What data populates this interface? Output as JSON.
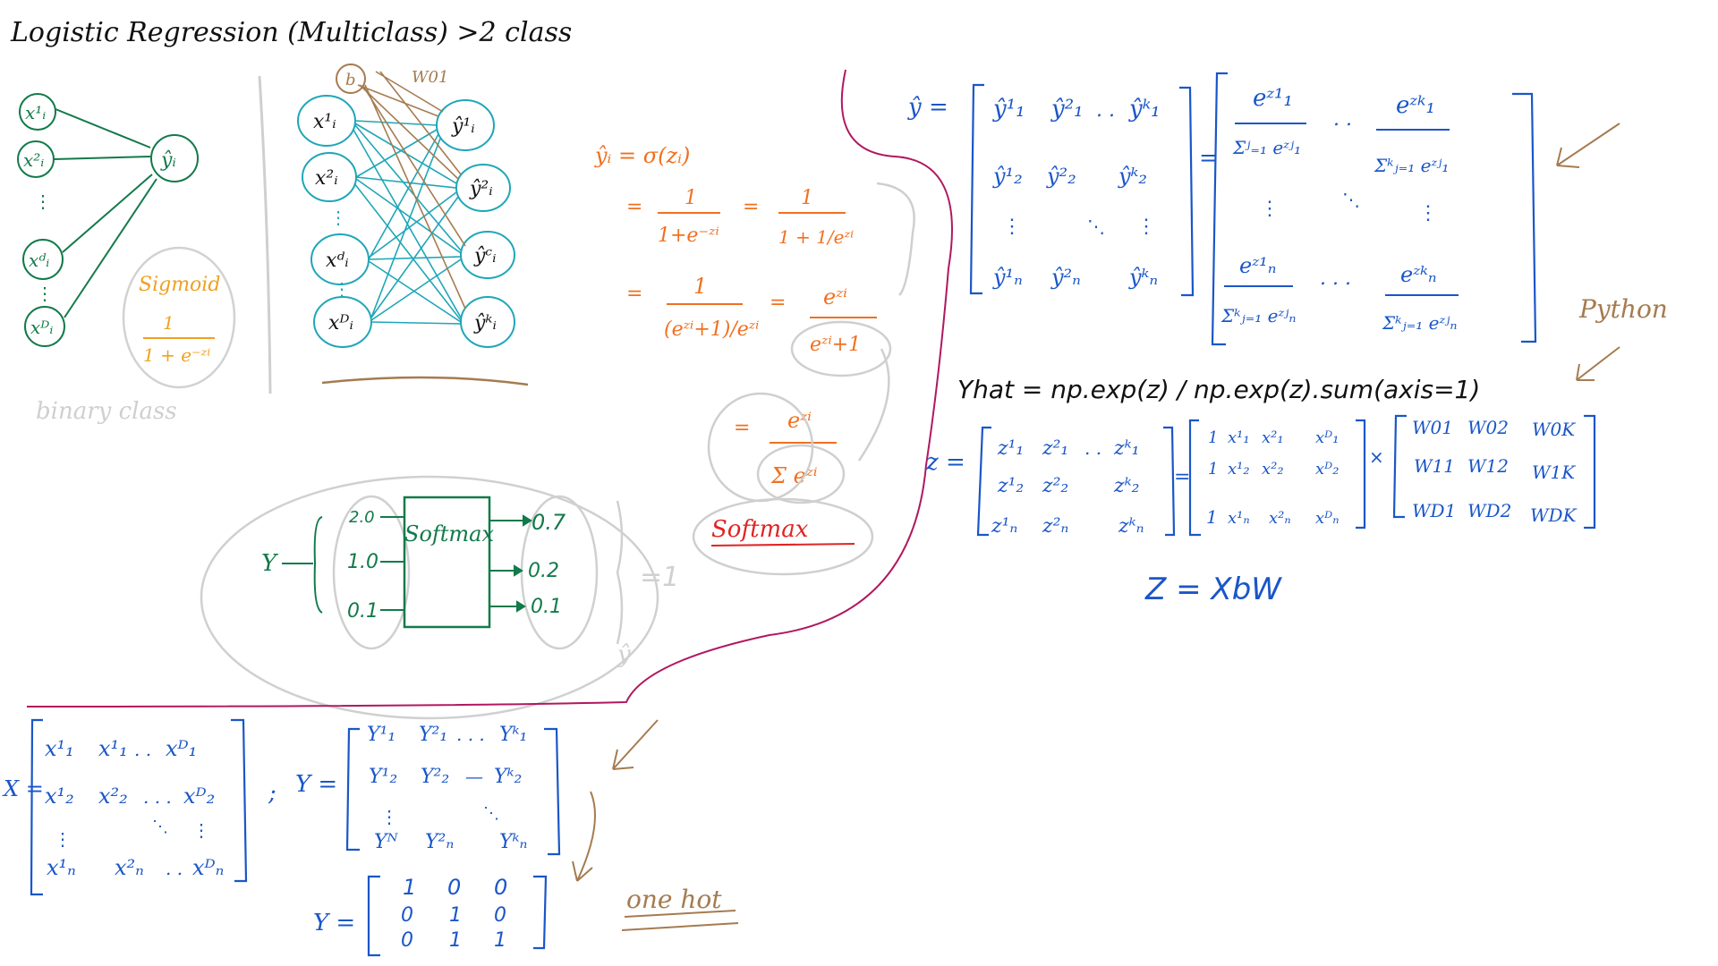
{
  "colors": {
    "black": "#111111",
    "gray": "#c9c9c9",
    "teal": "#1fa6b8",
    "green": "#127a4a",
    "brown": "#a57b50",
    "orange": "#f07020",
    "amber": "#f0a020",
    "blue": "#1a56c8",
    "red": "#e02424",
    "magenta": "#b01860"
  },
  "title": "Logistic Regression (Multiclass) >2 class",
  "binary": {
    "inputs": [
      "x¹ᵢ",
      "x²ᵢ",
      "xᵈᵢ",
      "xᴰᵢ"
    ],
    "output": "ŷᵢ",
    "sigmoid_label": "Sigmoid",
    "sigmoid_num": "1",
    "sigmoid_den": "1 + e⁻ᶻⁱ",
    "caption": "binary class"
  },
  "multi": {
    "bias": "b",
    "weight": "W01",
    "inputs": [
      "x¹ᵢ",
      "x²ᵢ",
      "xᵈᵢ",
      "xᴰᵢ"
    ],
    "outputs": [
      "ŷ¹ᵢ",
      "ŷ²ᵢ",
      "ŷᶜᵢ",
      "ŷᵏᵢ"
    ]
  },
  "derivation": {
    "l1": "ŷᵢ = σ(zᵢ)",
    "l2_num": "1",
    "l2_den": "1+e⁻ᶻⁱ",
    "l2b_num": "1",
    "l2b_den": "1 + 1/eᶻⁱ",
    "l3_num": "1",
    "l3_den": "(eᶻⁱ+1)/eᶻⁱ",
    "l3b_num": "eᶻⁱ",
    "l3b_den": "eᶻⁱ+1",
    "l4_num": "eᶻⁱ",
    "l4_den": "Σ eᶻⁱ",
    "softmax": "Softmax"
  },
  "softmax_box": {
    "y": "Y",
    "inputs": [
      "2.0",
      "1.0",
      "0.1"
    ],
    "label": "Softmax",
    "outputs": [
      "0.7",
      "0.2",
      "0.1"
    ],
    "sum": "=1",
    "yhat": "ŷ"
  },
  "yhat_matrix": {
    "lhs": "ŷ =",
    "rows": [
      [
        "ŷ¹₁",
        "ŷ²₁",
        "ŷᵏ₁"
      ],
      [
        "ŷ¹₂",
        "ŷ²₂",
        "ŷᵏ₂"
      ],
      [
        "ŷ¹ₙ",
        "ŷ²ₙ",
        "ŷᵏₙ"
      ]
    ],
    "eq": "=",
    "softmax_rows": [
      [
        {
          "num": "eᶻ¹₁",
          "den": "Σʲ₌₁ eᶻʲ₁"
        },
        {
          "num": "eᶻᵏ₁",
          "den": "Σᵏⱼ₌₁ eᶻʲ₁"
        }
      ],
      [
        {
          "num": "eᶻ¹ₙ",
          "den": "Σᵏⱼ₌₁ eᶻʲₙ"
        },
        {
          "num": "eᶻᵏₙ",
          "den": "Σᵏⱼ₌₁ eᶻʲₙ"
        }
      ]
    ],
    "python_label": "Python"
  },
  "code": "Yhat = np.exp(z) / np.exp(z).sum(axis=1)",
  "z_eq": {
    "lhs": "z =",
    "z_rows": [
      [
        "z¹₁",
        "z²₁",
        "zᵏ₁"
      ],
      [
        "z¹₂",
        "z²₂",
        "zᵏ₂"
      ],
      [
        "z¹ₙ",
        "z²ₙ",
        "zᵏₙ"
      ]
    ],
    "eq": "=",
    "x_rows": [
      [
        "1",
        "x¹₁",
        "x²₁",
        "xᴰ₁"
      ],
      [
        "1",
        "x¹₂",
        "x²₂",
        "xᴰ₂"
      ],
      [
        "1",
        "x¹ₙ",
        "x²ₙ",
        "xᴰₙ"
      ]
    ],
    "times": "×",
    "w_rows": [
      [
        "W01",
        "W02",
        "W0K"
      ],
      [
        "W11",
        "W12",
        "W1K"
      ],
      [
        "WD1",
        "WD2",
        "WDK"
      ]
    ],
    "compact": "Z = XbW"
  },
  "data_matrices": {
    "x_lhs": "X =",
    "x_rows": [
      [
        "x¹₁",
        "x¹₁",
        "xᴰ₁"
      ],
      [
        "x¹₂",
        "x²₂",
        "xᴰ₂"
      ],
      [
        "x¹ₙ",
        "x²ₙ",
        "xᴰₙ"
      ]
    ],
    "sep": ";",
    "y_lhs": "Y =",
    "y_rows": [
      [
        "Y¹₁",
        "Y²₁",
        "Yᵏ₁"
      ],
      [
        "Y¹₂",
        "Y²₂",
        "Yᵏ₂"
      ],
      [
        "Yᴺ",
        "Y²ₙ",
        "Yᵏₙ"
      ]
    ],
    "onehot_lhs": "Y =",
    "onehot_rows": [
      [
        "1",
        "0",
        "0"
      ],
      [
        "0",
        "1",
        "0"
      ],
      [
        "0",
        "1",
        "1"
      ]
    ],
    "onehot_label": "one hot"
  }
}
